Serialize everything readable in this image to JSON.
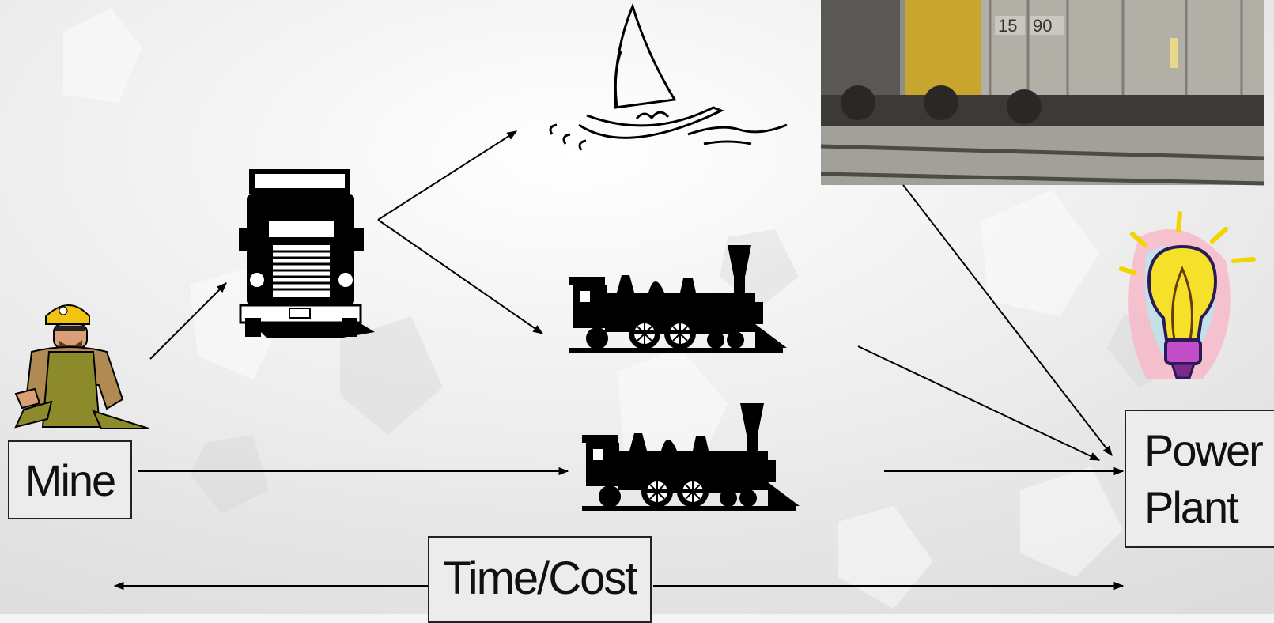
{
  "nodes": {
    "mine_label": "Mine",
    "plant_line1": "Power",
    "plant_line2": "Plant",
    "axis_label": "Time/Cost"
  },
  "railcar_markings": {
    "left_number": "15",
    "right_number": "90"
  },
  "icons": [
    "miner-icon",
    "truck-icon",
    "sailboat-icon",
    "locomotive-icon",
    "locomotive-icon",
    "coal-hopper-railcar-photo",
    "lightbulb-icon"
  ],
  "colors": {
    "background": "#f4f4f4",
    "ink": "#000000",
    "box_fill": "#ececec"
  }
}
